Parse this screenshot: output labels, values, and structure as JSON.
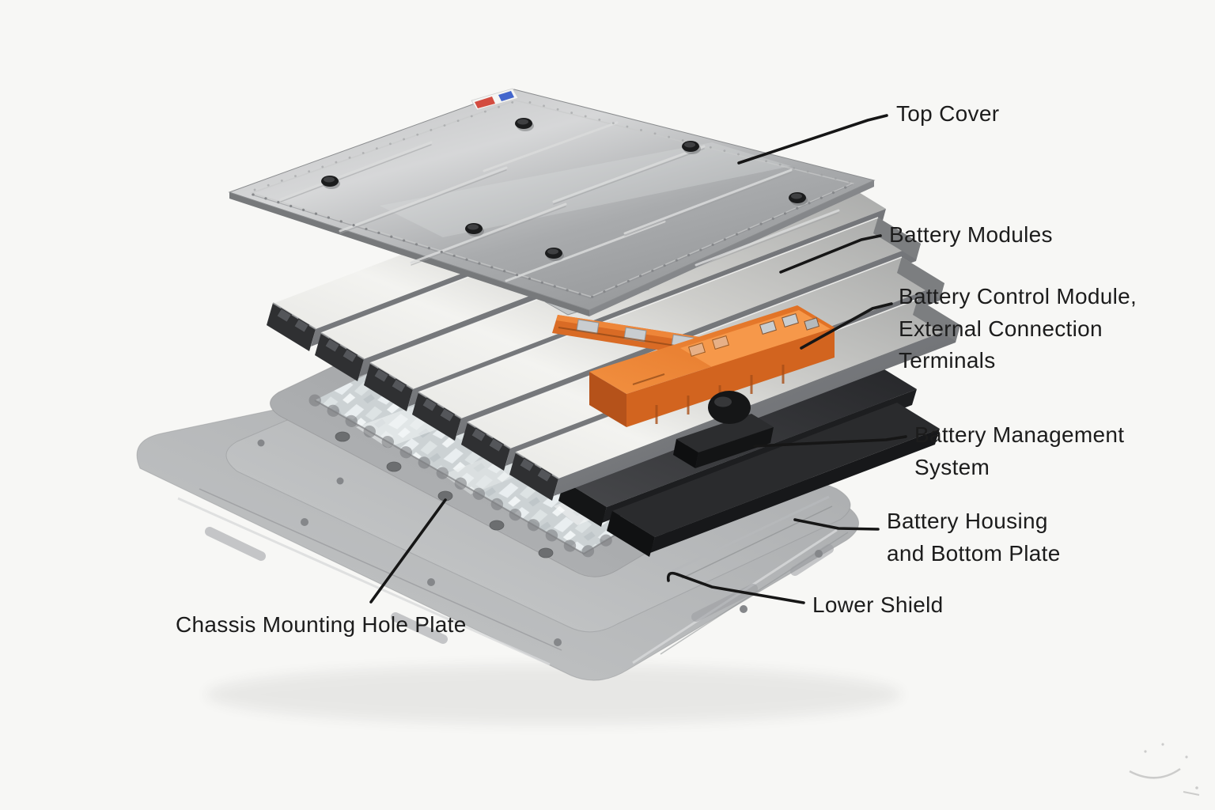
{
  "diagram": {
    "type": "exploded-view",
    "subject": "EV battery pack exploded diagram",
    "labels": {
      "top_cover": "Top Cover",
      "battery_modules": "Battery Modules",
      "battery_control": {
        "line1": "Battery Control Module,",
        "line2": "External Connection",
        "line3": "Terminals"
      },
      "battery_management": {
        "line1": "Battery Management",
        "line2": "System"
      },
      "battery_housing": {
        "line1": "Battery Housing",
        "line2": "and Bottom Plate"
      },
      "lower_shield": "Lower Shield",
      "chassis_plate": "Chassis Mounting Hole Plate"
    },
    "colors": {
      "background": "#f7f7f5",
      "label_text": "#1c1c1c",
      "leader_line": "#161616",
      "control_module_orange": "#e4762b",
      "metal_light": "#d8d9da",
      "metal_mid": "#a8aaac",
      "metal_dark": "#5a5b5d",
      "end_cap_dark": "#2f3032"
    }
  }
}
